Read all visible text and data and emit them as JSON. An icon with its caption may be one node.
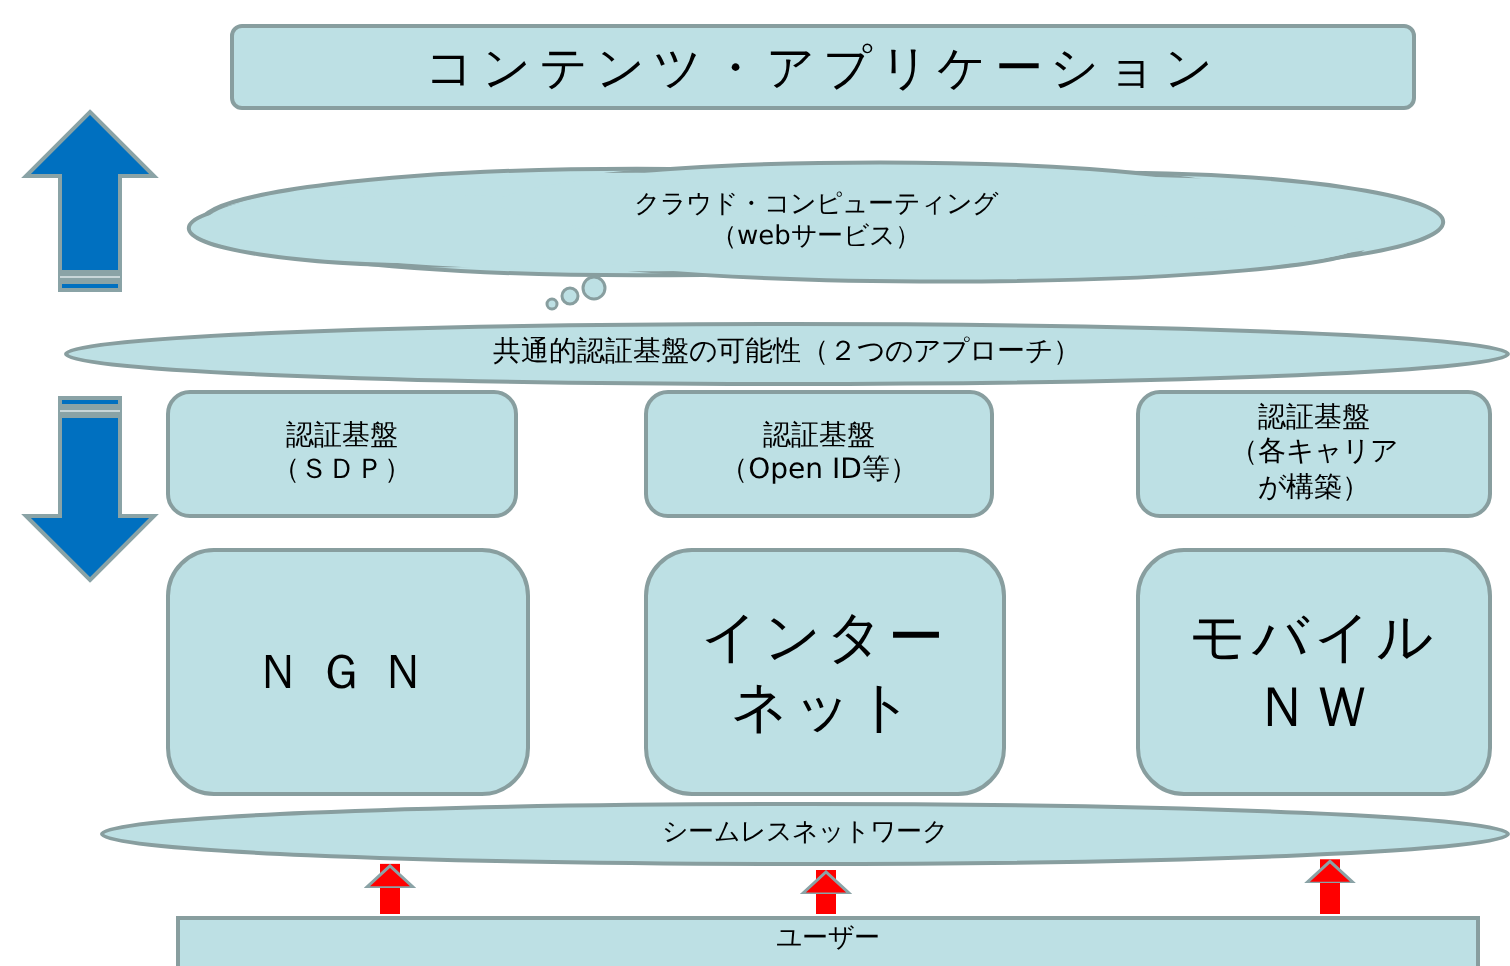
{
  "diagram": {
    "nodes": [
      {
        "text": [
          "コンテンツ・アプリケーション"
        ]
      },
      {
        "text": [
          "クラウド・コンピューティング",
          "（webサービス）"
        ]
      },
      {
        "text": [
          "共通的認証基盤の可能性（２つのアプローチ）"
        ]
      },
      {
        "text": [
          "認証基盤",
          "（ＳＤＰ）"
        ]
      },
      {
        "text": [
          "認証基盤",
          "（Open ID等）"
        ]
      },
      {
        "text": [
          "認証基盤",
          "（各キャリアが構築）"
        ]
      },
      {
        "text": [
          "ＮＧＮ"
        ]
      },
      {
        "text": [
          "インターネット"
        ]
      },
      {
        "text": [
          "モバイルＮＷ"
        ]
      },
      {
        "text": [
          "シームレスネットワーク"
        ]
      },
      {
        "text": [
          "ユーザー"
        ]
      }
    ],
    "edges": [
      {
        "from": 10,
        "to": 9,
        "arrow": "to"
      },
      {
        "from": 10,
        "to": 9,
        "arrow": "to"
      },
      {
        "from": 10,
        "to": 9,
        "arrow": "to"
      }
    ]
  }
}
